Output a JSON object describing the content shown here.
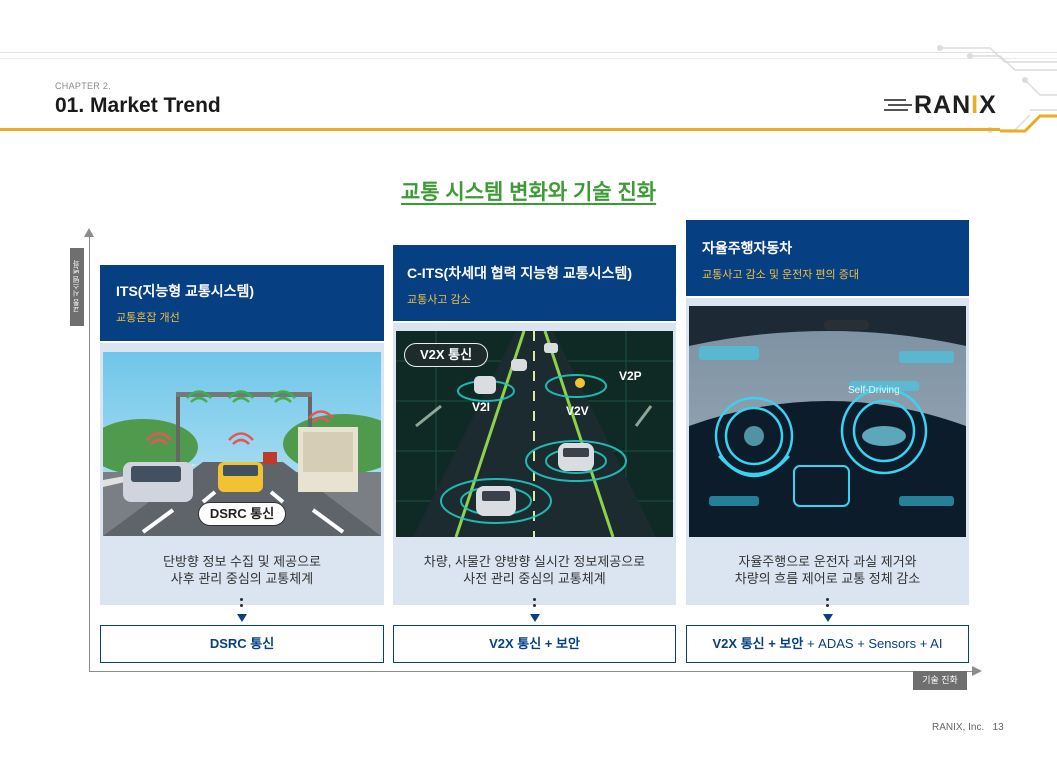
{
  "header": {
    "chapter": "CHAPTER 2.",
    "title": "01. Market Trend",
    "logo": {
      "prefix": "RAN",
      "accent": "I",
      "suffix": "X"
    }
  },
  "main_title": "교통 시스템 변화와 기술 진화",
  "axes": {
    "y_label": "교통 시스템 변화",
    "x_label": "기술 진화"
  },
  "columns": [
    {
      "title": "ITS(지능형 교통시스템)",
      "subtitle": "교통혼잡 개선",
      "image_badge": "DSRC 통신",
      "desc_line1": "단방향 정보 수집 및 제공으로",
      "desc_line2": "사후 관리 중심의 교통체계",
      "bottom_bold": "DSRC 통신",
      "bottom_plain": ""
    },
    {
      "title": "C-ITS(차세대 협력 지능형 교통시스템)",
      "subtitle": "교통사고 감소",
      "image_badge": "V2X 통신",
      "image_labels": [
        "V2P",
        "V2I",
        "V2V"
      ],
      "desc_line1": "차량, 사물간 양방향 실시간 정보제공으로",
      "desc_line2": "사전 관리 중심의 교통체계",
      "bottom_bold": "V2X 통신 + 보안",
      "bottom_plain": ""
    },
    {
      "title": "자율주행자동차",
      "subtitle": "교통사고 감소 및 운전자 편의 증대",
      "image_label": "Self-Driving",
      "desc_line1": "자율주행으로 운전자 과실 제거와",
      "desc_line2": "차량의 흐름 제어로 교통 정체 감소",
      "bottom_bold": "V2X 통신 + 보안",
      "bottom_plain": " + ADAS + Sensors + AI"
    }
  ],
  "footer": {
    "company": "RANIX, Inc.",
    "page": "13"
  },
  "colors": {
    "navy": "#073f83",
    "gold": "#e9ac23",
    "green_title": "#3d9b36",
    "panel": "#dbe4f1"
  }
}
